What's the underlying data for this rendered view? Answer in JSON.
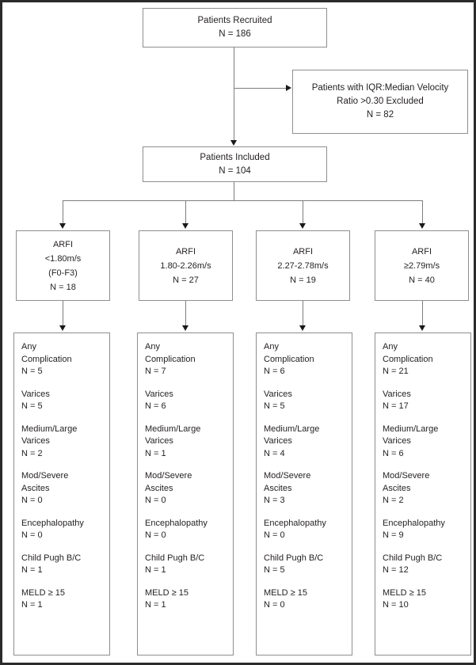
{
  "figure": {
    "type": "flowchart",
    "title": "ARFI patient recruitment and outcomes flow diagram"
  },
  "nodes": {
    "recruited": {
      "label": "Patients Recruited",
      "n": "N = 186"
    },
    "excluded": {
      "line1": "Patients with IQR:Median Velocity",
      "line2": "Ratio >0.30 Excluded",
      "n": "N = 82"
    },
    "included": {
      "label": "Patients Included",
      "n": "N = 104"
    }
  },
  "groups": [
    {
      "title": "ARFI",
      "range": "<1.80m/s",
      "stage": "(F0-F3)",
      "n": "N = 18"
    },
    {
      "title": "ARFI",
      "range": "1.80-2.26m/s",
      "stage": "",
      "n": "N = 27"
    },
    {
      "title": "ARFI",
      "range": "2.27-2.78m/s",
      "stage": "",
      "n": "N = 19"
    },
    {
      "title": "ARFI",
      "range": "≥2.79m/s",
      "stage": "",
      "n": "N = 40"
    }
  ],
  "outcome_labels": {
    "any_complication_l1": "Any",
    "any_complication_l2": "Complication",
    "varices": "Varices",
    "medium_large_l1": "Medium/Large",
    "medium_large_l2": "Varices",
    "ascites_l1": "Mod/Severe",
    "ascites_l2": "Ascites",
    "encephalopathy": "Encephalopathy",
    "child_pugh": "Child Pugh B/C",
    "meld": "MELD ≥ 15"
  },
  "outcomes": [
    {
      "any_complication": "N = 5",
      "varices": "N = 5",
      "medium_large_varices": "N = 2",
      "mod_severe_ascites": "N = 0",
      "encephalopathy": "N = 0",
      "child_pugh_bc": "N = 1",
      "meld_15": "N = 1"
    },
    {
      "any_complication": "N = 7",
      "varices": "N = 6",
      "medium_large_varices": "N = 1",
      "mod_severe_ascites": "N = 0",
      "encephalopathy": "N = 0",
      "child_pugh_bc": "N = 1",
      "meld_15": "N = 1"
    },
    {
      "any_complication": "N = 6",
      "varices": "N = 5",
      "medium_large_varices": "N = 4",
      "mod_severe_ascites": "N = 3",
      "encephalopathy": "N = 0",
      "child_pugh_bc": "N = 5",
      "meld_15": "N = 0"
    },
    {
      "any_complication": "N = 21",
      "varices": "N = 17",
      "medium_large_varices": "N = 6",
      "mod_severe_ascites": "N = 2",
      "encephalopathy": "N = 9",
      "child_pugh_bc": "N = 12",
      "meld_15": "N = 10"
    }
  ],
  "colors": {
    "box_border": "#8e8e8e",
    "connector": "#7d7d7d",
    "arrow": "#1a1a1a",
    "text": "#231f20",
    "frame": "#2b2b2b",
    "background": "#ffffff"
  }
}
